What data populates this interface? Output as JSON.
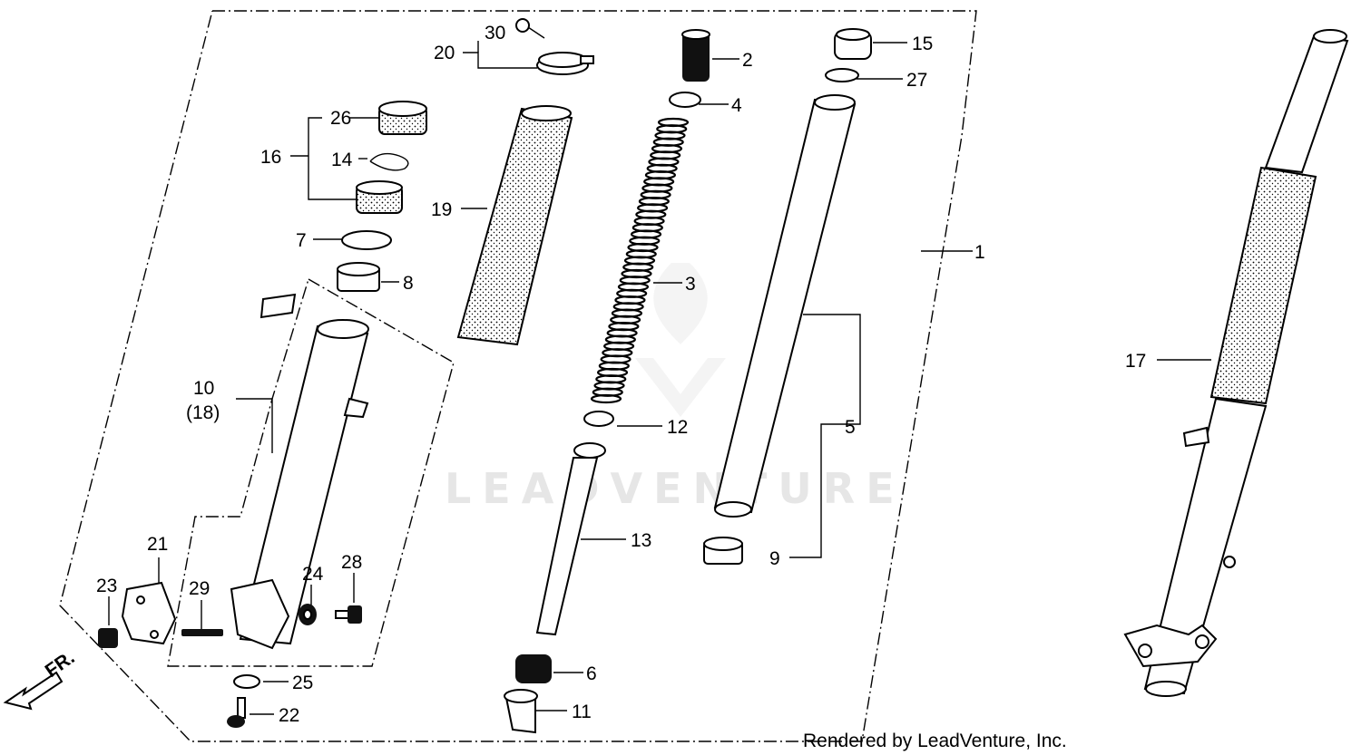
{
  "diagram": {
    "watermark": "LEADVENTURE",
    "credit": "Rendered by LeadVenture, Inc.",
    "front_arrow": "FR.",
    "callouts": [
      {
        "id": "1",
        "text": "1"
      },
      {
        "id": "2",
        "text": "2"
      },
      {
        "id": "3",
        "text": "3"
      },
      {
        "id": "4",
        "text": "4"
      },
      {
        "id": "5",
        "text": "5"
      },
      {
        "id": "6",
        "text": "6"
      },
      {
        "id": "7",
        "text": "7"
      },
      {
        "id": "8",
        "text": "8"
      },
      {
        "id": "9",
        "text": "9"
      },
      {
        "id": "10",
        "text": "10"
      },
      {
        "id": "18",
        "text": "(18)"
      },
      {
        "id": "11",
        "text": "11"
      },
      {
        "id": "12",
        "text": "12"
      },
      {
        "id": "13",
        "text": "13"
      },
      {
        "id": "14",
        "text": "14"
      },
      {
        "id": "15",
        "text": "15"
      },
      {
        "id": "16",
        "text": "16"
      },
      {
        "id": "17",
        "text": "17"
      },
      {
        "id": "19",
        "text": "19"
      },
      {
        "id": "20",
        "text": "20"
      },
      {
        "id": "21",
        "text": "21"
      },
      {
        "id": "22",
        "text": "22"
      },
      {
        "id": "23",
        "text": "23"
      },
      {
        "id": "24",
        "text": "24"
      },
      {
        "id": "25",
        "text": "25"
      },
      {
        "id": "26",
        "text": "26"
      },
      {
        "id": "27",
        "text": "27"
      },
      {
        "id": "28",
        "text": "28"
      },
      {
        "id": "29",
        "text": "29"
      },
      {
        "id": "30",
        "text": "30"
      }
    ]
  }
}
